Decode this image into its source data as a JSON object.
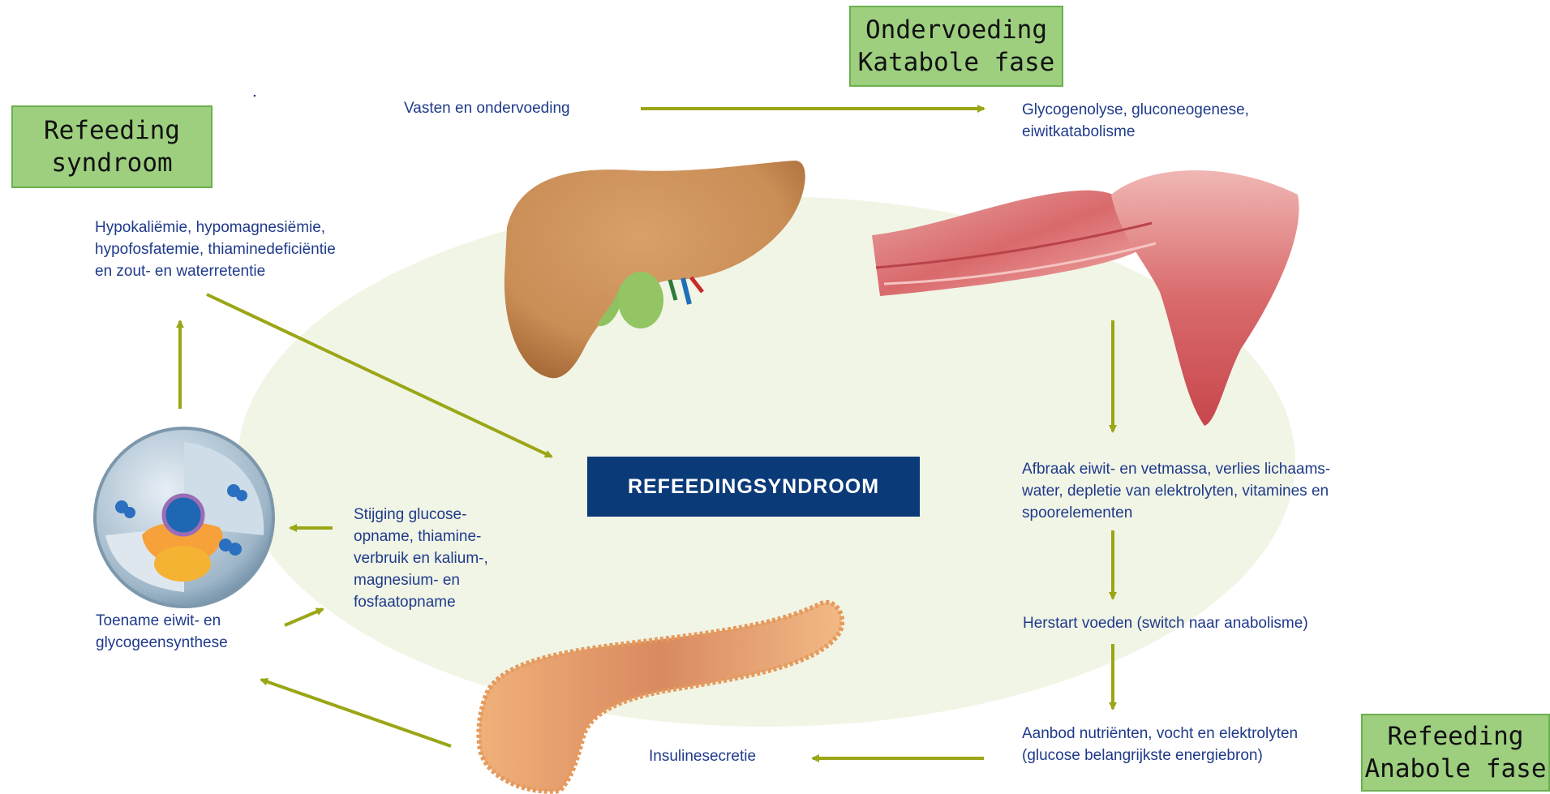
{
  "colors": {
    "arrow": "#9aa615",
    "text": "#1f3a8a",
    "center_box": "#0b3a78",
    "phase_box": "#9dcf7f",
    "oval": "#f1f5e6"
  },
  "center": {
    "title": "REFEEDINGSYNDROOM"
  },
  "phases": {
    "top": {
      "line1": "Ondervoeding",
      "line2": "Katabole fase"
    },
    "left": {
      "line1": "Refeeding",
      "line2": "syndroom"
    },
    "bottom": {
      "line1": "Refeeding",
      "line2": "Anabole fase"
    }
  },
  "labels": {
    "fasting": "Vasten en ondervoeding",
    "glyco": [
      "Glycogenolyse,  gluconeogenese,",
      "eiwitkatabolisme"
    ],
    "breakdown": [
      "Afbraak eiwit- en vetmassa,  verlies lichaams-",
      "water, depletie van elektrolyten, vitamines en",
      "spoorelementen"
    ],
    "restart": "Herstart voeden (switch naar anabolisme)",
    "supply": [
      "Aanbod nutriënten, vocht en elektrolyten",
      "(glucose belangrijkste energiebron)"
    ],
    "insulin": "Insulinesecretie",
    "synthesis": [
      "Toename eiwit- en",
      "glycogeensynthese"
    ],
    "uptake": [
      "Stijging glucose-",
      "opname, thiamine-",
      "verbruik en kalium-,",
      "magnesium- en",
      "fosfaatopname"
    ],
    "deficiencies": [
      "Hypokaliëmie, hypomagnesiëmie,",
      "hypofosfatemie, thiaminedeficiëntie",
      "en zout- en waterretentie"
    ]
  },
  "illustrations": [
    "liver-illustration",
    "muscle-illustration",
    "pancreas-illustration",
    "cell-illustration"
  ]
}
